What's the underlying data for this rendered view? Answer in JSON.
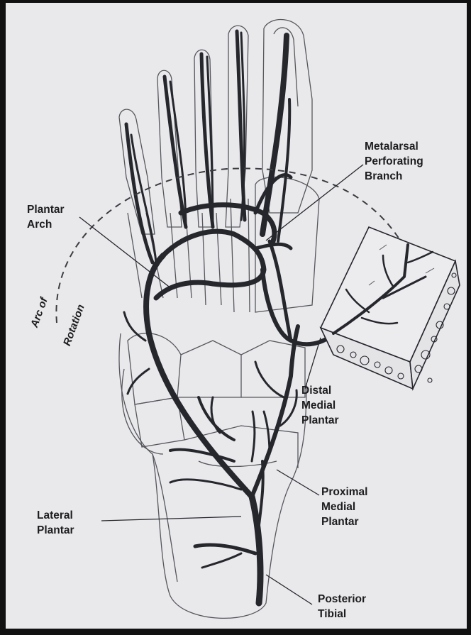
{
  "labels": {
    "metatarsal": [
      "Metalarsal",
      "Perforating",
      "Branch"
    ],
    "plantar_arch": [
      "Plantar",
      "Arch"
    ],
    "arc_of_rotation": [
      "Arc of",
      "Rotation"
    ],
    "distal_medial_plantar": [
      "Distal",
      "Medial",
      "Plantar"
    ],
    "proximal_medial_plantar": [
      "Proximal",
      "Medial",
      "Plantar"
    ],
    "lateral_plantar": [
      "Lateral",
      "Plantar"
    ],
    "posterior_tibial": [
      "Posterior",
      "Tibial"
    ]
  },
  "colors": {
    "paper": "#e9e9ec",
    "vessel": "#25272d",
    "outline": "#55575c",
    "frame": "#111111"
  }
}
